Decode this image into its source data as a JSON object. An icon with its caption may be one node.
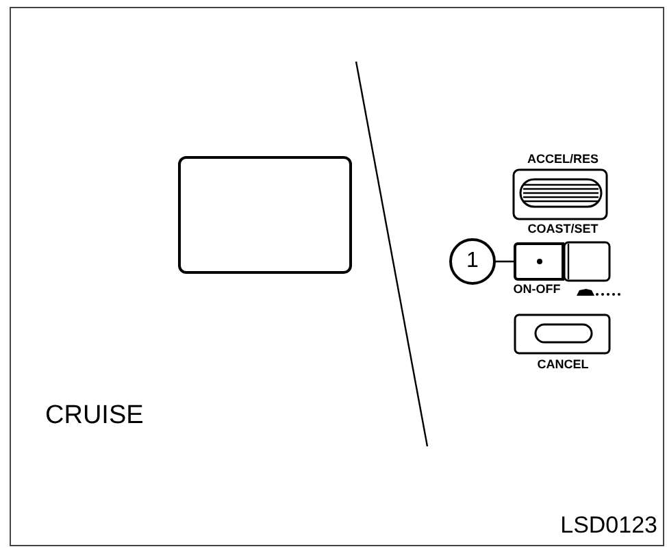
{
  "diagram": {
    "nodes": [
      {
        "text": [],
        "shape": "box"
      },
      {
        "text": [
          "1"
        ]
      },
      {
        "text": [],
        "shape": "box"
      }
    ],
    "edges": [
      {
        "from": 1,
        "to": 2,
        "arrow": "none"
      }
    ],
    "labels": [
      "ACCEL/RES",
      "COAST/SET",
      "ON-OFF",
      "CANCEL",
      "CRUISE",
      "LSD0123"
    ]
  }
}
